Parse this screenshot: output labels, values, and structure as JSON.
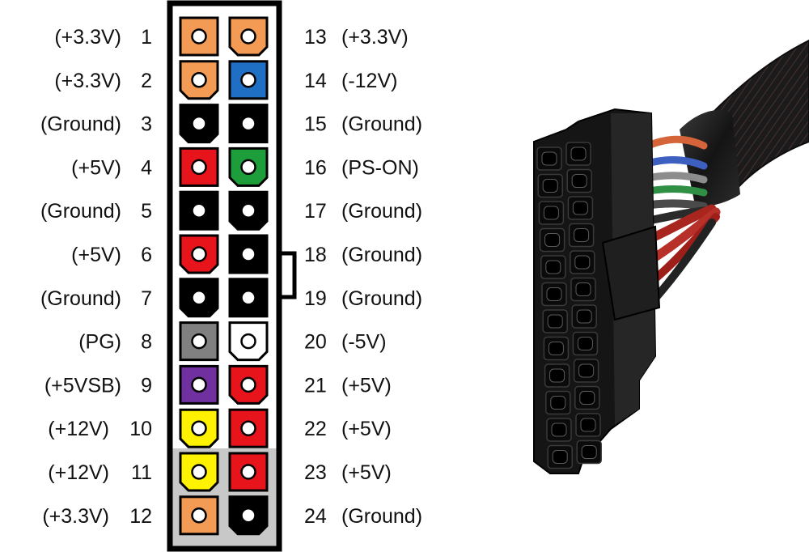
{
  "pins": [
    {
      "num": "1",
      "signal": "(+3.3V)",
      "color": "#F39A55",
      "shape": "square"
    },
    {
      "num": "2",
      "signal": "(+3.3V)",
      "color": "#F39A55",
      "shape": "rounded"
    },
    {
      "num": "3",
      "signal": "(Ground)",
      "color": "#000000",
      "shape": "rounded"
    },
    {
      "num": "4",
      "signal": "(+5V)",
      "color": "#E8141C",
      "shape": "square"
    },
    {
      "num": "5",
      "signal": "(Ground)",
      "color": "#000000",
      "shape": "square"
    },
    {
      "num": "6",
      "signal": "(+5V)",
      "color": "#E8141C",
      "shape": "rounded"
    },
    {
      "num": "7",
      "signal": "(Ground)",
      "color": "#000000",
      "shape": "rounded"
    },
    {
      "num": "8",
      "signal": "(PG)",
      "color": "#808080",
      "shape": "square"
    },
    {
      "num": "9",
      "signal": "(+5VSB)",
      "color": "#7030A0",
      "shape": "square"
    },
    {
      "num": "10",
      "signal": "(+12V)",
      "color": "#FFF200",
      "shape": "rounded"
    },
    {
      "num": "11",
      "signal": "(+12V)",
      "color": "#FFF200",
      "shape": "rounded"
    },
    {
      "num": "12",
      "signal": "(+3.3V)",
      "color": "#F39A55",
      "shape": "square"
    },
    {
      "num": "13",
      "signal": "(+3.3V)",
      "color": "#F39A55",
      "shape": "rounded"
    },
    {
      "num": "14",
      "signal": "(-12V)",
      "color": "#1F6FC5",
      "shape": "square"
    },
    {
      "num": "15",
      "signal": "(Ground)",
      "color": "#000000",
      "shape": "square"
    },
    {
      "num": "16",
      "signal": "(PS-ON)",
      "color": "#1E9E3A",
      "shape": "rounded"
    },
    {
      "num": "17",
      "signal": "(Ground)",
      "color": "#000000",
      "shape": "rounded"
    },
    {
      "num": "18",
      "signal": "(Ground)",
      "color": "#000000",
      "shape": "square"
    },
    {
      "num": "19",
      "signal": "(Ground)",
      "color": "#000000",
      "shape": "square"
    },
    {
      "num": "20",
      "signal": "(-5V)",
      "color": "#FFFFFF",
      "shape": "rounded"
    },
    {
      "num": "21",
      "signal": "(+5V)",
      "color": "#E8141C",
      "shape": "rounded"
    },
    {
      "num": "22",
      "signal": "(+5V)",
      "color": "#E8141C",
      "shape": "square"
    },
    {
      "num": "23",
      "signal": "(+5V)",
      "color": "#E8141C",
      "shape": "square"
    },
    {
      "num": "24",
      "signal": "(Ground)",
      "color": "#000000",
      "shape": "rounded"
    }
  ],
  "extended_section_color": "#C8C8C8",
  "photo": {
    "subject": "atx-24-pin-connector-photo"
  }
}
